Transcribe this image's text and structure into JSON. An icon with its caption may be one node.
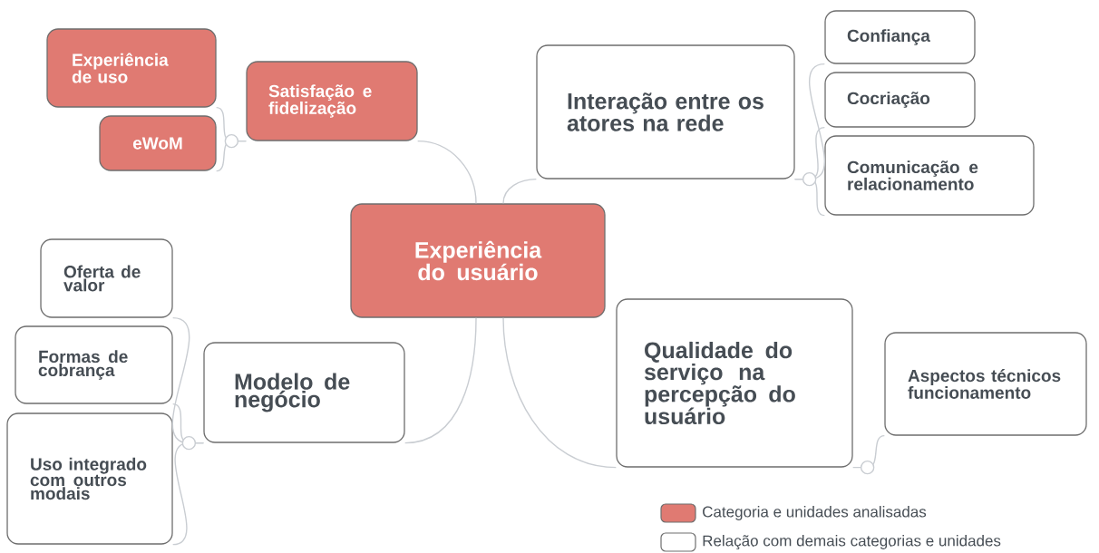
{
  "diagram": {
    "nodes": [
      {
        "text": [
          "Experiência do usuário"
        ]
      },
      {
        "text": [
          "Satisfação e fidelização"
        ]
      },
      {
        "text": [
          "Experiência de uso"
        ]
      },
      {
        "text": [
          "eWoM"
        ]
      },
      {
        "text": [
          "Interação entre os atores na rede"
        ]
      },
      {
        "text": [
          "Confiança"
        ]
      },
      {
        "text": [
          "Cocriação"
        ]
      },
      {
        "text": [
          "Comunicação e relacionamento"
        ]
      },
      {
        "text": [
          "Modelo de negócio"
        ]
      },
      {
        "text": [
          "Oferta de valor"
        ]
      },
      {
        "text": [
          "Formas de cobrança"
        ]
      },
      {
        "text": [
          "Uso integrado com outros modais"
        ]
      },
      {
        "text": [
          "Qualidade do serviço na percepção do usuário"
        ]
      },
      {
        "text": [
          "Aspectos técnicos funcionamento"
        ]
      }
    ],
    "edges": [
      {
        "from": 0,
        "to": 1,
        "arrow": "none"
      },
      {
        "from": 1,
        "to": 2,
        "arrow": "none"
      },
      {
        "from": 1,
        "to": 3,
        "arrow": "none"
      },
      {
        "from": 0,
        "to": 4,
        "arrow": "none"
      },
      {
        "from": 4,
        "to": 5,
        "arrow": "none"
      },
      {
        "from": 4,
        "to": 6,
        "arrow": "none"
      },
      {
        "from": 4,
        "to": 7,
        "arrow": "none"
      },
      {
        "from": 0,
        "to": 8,
        "arrow": "none"
      },
      {
        "from": 8,
        "to": 9,
        "arrow": "none"
      },
      {
        "from": 8,
        "to": 10,
        "arrow": "none"
      },
      {
        "from": 8,
        "to": 11,
        "arrow": "none"
      },
      {
        "from": 0,
        "to": 12,
        "arrow": "none"
      },
      {
        "from": 12,
        "to": 13,
        "arrow": "none"
      }
    ],
    "legend": [
      {
        "text": "Categoria e unidades analisadas",
        "color": "#e07a72"
      },
      {
        "text": "Relação com demais categorias e unidades"
      }
    ]
  }
}
